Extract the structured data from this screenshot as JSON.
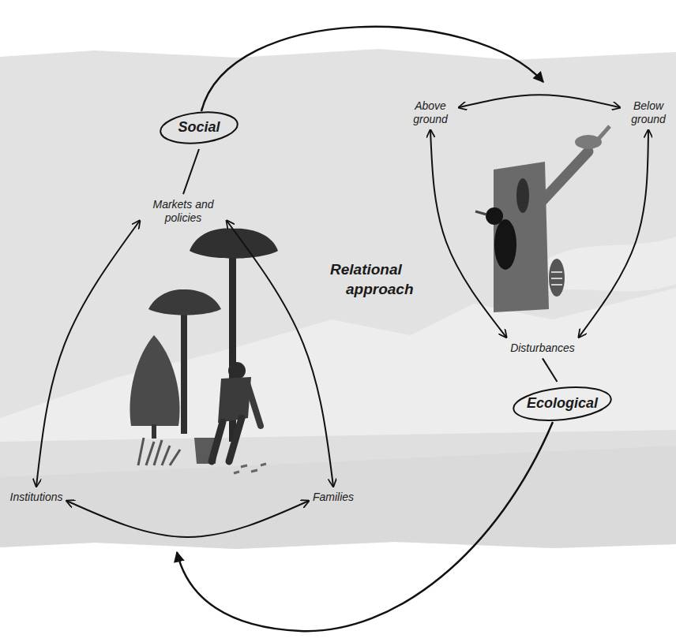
{
  "diagram": {
    "nodes": [
      {
        "text": [
          "Social"
        ]
      },
      {
        "text": [
          "Markets and policies"
        ]
      },
      {
        "text": [
          "Institutions"
        ]
      },
      {
        "text": [
          "Families"
        ]
      },
      {
        "text": [
          "Above ground"
        ]
      },
      {
        "text": [
          "Below ground"
        ]
      },
      {
        "text": [
          "Disturbances"
        ]
      },
      {
        "text": [
          "Ecological"
        ]
      }
    ],
    "edges": [
      {
        "from": 0,
        "to": 1,
        "arrow": "none"
      },
      {
        "from": 1,
        "to": 2,
        "arrow": "both"
      },
      {
        "from": 1,
        "to": 3,
        "arrow": "both"
      },
      {
        "from": 2,
        "to": 3,
        "arrow": "both"
      },
      {
        "from": 4,
        "to": 5,
        "arrow": "both"
      },
      {
        "from": 4,
        "to": 6,
        "arrow": "both"
      },
      {
        "from": 5,
        "to": 6,
        "arrow": "both"
      },
      {
        "from": 6,
        "to": 7,
        "arrow": "none"
      }
    ],
    "labels": [
      "Relational approach"
    ]
  }
}
